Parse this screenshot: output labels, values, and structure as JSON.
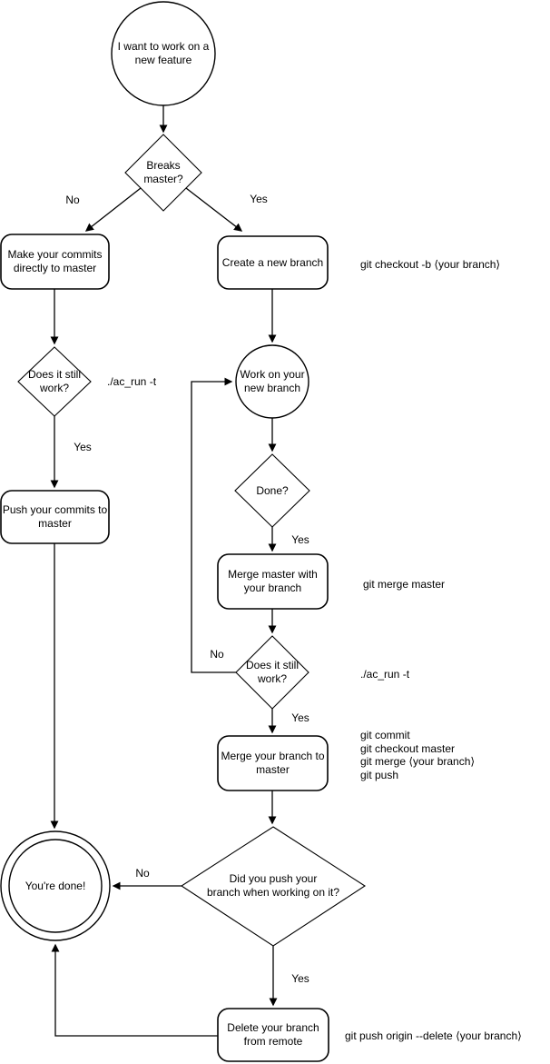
{
  "colors": {
    "stroke": "#000000",
    "fill": "#ffffff",
    "text": "#000000",
    "background": "#ffffff"
  },
  "flowchart": {
    "nodes": {
      "start": {
        "label": "I want to work on a\nnew feature",
        "shape": "circle"
      },
      "breaks_master": {
        "label": "Breaks\nmaster?",
        "shape": "diamond"
      },
      "make_commits": {
        "label": "Make your commits\ndirectly to master",
        "shape": "rounded-rect"
      },
      "create_branch": {
        "label": "Create a new branch",
        "shape": "rounded-rect"
      },
      "still_work_left": {
        "label": "Does it still\nwork?",
        "shape": "diamond"
      },
      "push_commits": {
        "label": "Push your commits to\nmaster",
        "shape": "rounded-rect"
      },
      "work_branch": {
        "label": "Work on your\nnew branch",
        "shape": "circle"
      },
      "done": {
        "label": "Done?",
        "shape": "diamond"
      },
      "merge_master": {
        "label": "Merge master with\nyour branch",
        "shape": "rounded-rect"
      },
      "still_work_mid": {
        "label": "Does it still\nwork?",
        "shape": "diamond"
      },
      "merge_branch": {
        "label": "Merge your branch to\nmaster",
        "shape": "rounded-rect"
      },
      "did_push": {
        "label": "Did you push your\nbranch when working on it?",
        "shape": "diamond"
      },
      "youre_done": {
        "label": "You're done!",
        "shape": "double-circle"
      },
      "delete_branch": {
        "label": "Delete your branch\nfrom remote",
        "shape": "rounded-rect"
      }
    },
    "edge_labels": {
      "no_top": "No",
      "yes_top": "Yes",
      "yes_left": "Yes",
      "yes_done": "Yes",
      "no_loop": "No",
      "yes_mid": "Yes",
      "no_bottom": "No",
      "yes_bottom": "Yes"
    },
    "annotations": {
      "checkout_branch": "git checkout -b ⟨your branch⟩",
      "ac_run_left": "./ac_run -t",
      "merge_master_cmd": "git merge master",
      "ac_run_mid": "./ac_run -t",
      "merge_push_block": "git commit\ngit checkout master\ngit merge ⟨your branch⟩\ngit push",
      "delete_remote_cmd": "git push origin --delete ⟨your branch⟩"
    }
  }
}
